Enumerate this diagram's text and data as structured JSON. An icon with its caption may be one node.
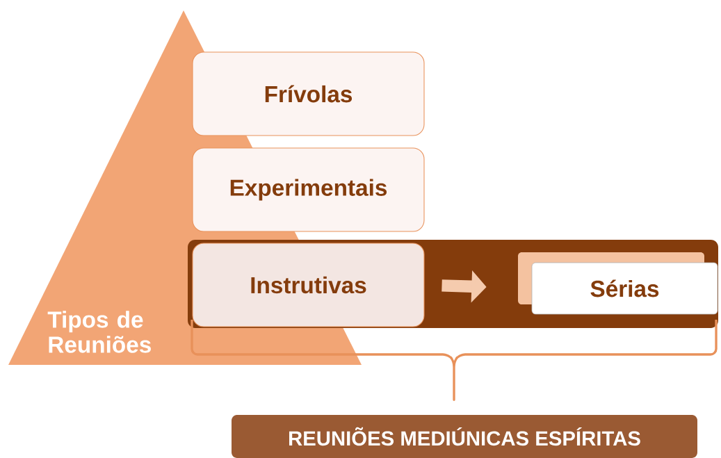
{
  "diagram": {
    "nodes": [
      {
        "text": [
          "Tipos de Reuniões"
        ]
      },
      {
        "text": [
          "Frívolas"
        ]
      },
      {
        "text": [
          "Experimentais"
        ]
      },
      {
        "text": [],
        "shape": "bar"
      },
      {
        "text": [
          "Instrutivas"
        ],
        "in": 3
      },
      {
        "text": [
          "Sérias"
        ],
        "in": 3
      },
      {
        "text": [
          "REUNIÕES MEDIÚNICAS ESPÍRITAS"
        ]
      }
    ],
    "edges": [
      {
        "from": 4,
        "to": 5,
        "arrow": "to"
      }
    ]
  }
}
